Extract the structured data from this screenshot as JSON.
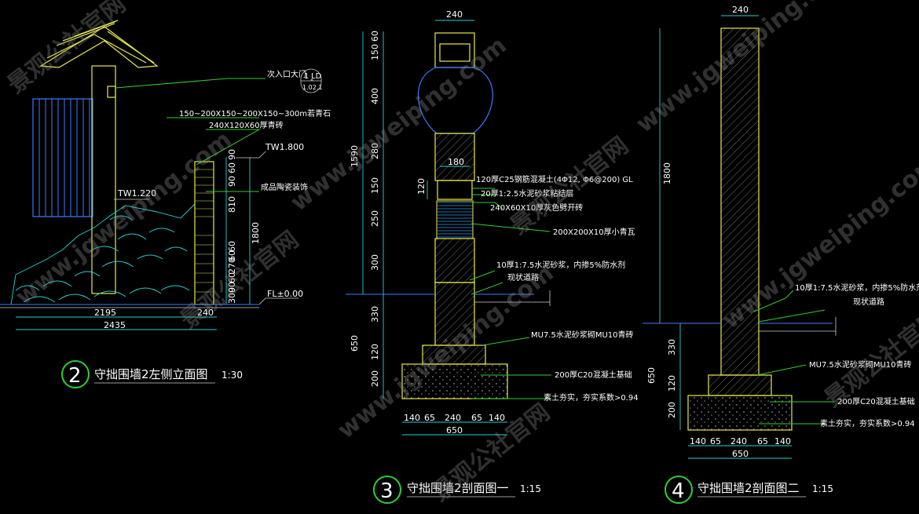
{
  "drawings": [
    {
      "number": "2",
      "title": "守拙围墙2左侧立面图",
      "scale": "1:30",
      "callouts": [
        "次入口大门",
        "150~200X150~200X150~300m若青石",
        "240X120X60厚青砖",
        "成品陶瓷装饰"
      ],
      "ref_tag": {
        "num": "1",
        "code": "LD",
        "sheet": "1.02.1"
      },
      "levels": [
        "TW1.800",
        "TW1.220",
        "FL±0.00"
      ],
      "dims_vertical": [
        "90",
        "60",
        "90",
        "810",
        "60",
        "60",
        "270",
        "60",
        "90",
        "300",
        "1800"
      ],
      "dims_horizontal": [
        "2195",
        "240",
        "2435"
      ]
    },
    {
      "number": "3",
      "title": "守拙围墙2剖面图一",
      "scale": "1:15",
      "callouts": [
        "120厚C25钢筋混凝土(4Φ12, Φ6@200) GL",
        "20厚1:2.5水泥砂浆粘结层",
        "240X60X10厚灰色劈开砖",
        "200X200X10厚小青瓦",
        "10厚1:7.5水泥砂浆，内掺5%防水剂",
        "现状道路",
        "MU7.5水泥砂浆砌MU10青砖",
        "200厚C20混凝土基础",
        "素土夯实，夯实系数>0.94"
      ],
      "dims_top": [
        "240",
        "180",
        "120"
      ],
      "dims_vertical": [
        "60",
        "150",
        "400",
        "280",
        "150",
        "250",
        "300",
        "330",
        "120",
        "200",
        "1590",
        "650"
      ],
      "dims_bottom": [
        "140",
        "65",
        "240",
        "65",
        "140",
        "650"
      ]
    },
    {
      "number": "4",
      "title": "守拙围墙2剖面图二",
      "scale": "1:15",
      "callouts": [
        "10厚1:7.5水泥砂浆，内掺5%防水剂",
        "现状道路",
        "MU7.5水泥砂浆砌MU10青砖",
        "200厚C20混凝土基础",
        "素土夯实，夯实系数>0.94"
      ],
      "dims_top": [
        "240"
      ],
      "dims_vertical": [
        "1800",
        "330",
        "120",
        "200",
        "650"
      ],
      "dims_bottom": [
        "140",
        "65",
        "240",
        "65",
        "140",
        "650"
      ]
    }
  ],
  "watermarks": [
    "景观公社官网",
    "www.jgweiping.com"
  ],
  "colors": {
    "background": "#000000",
    "wall": "#e8e84a",
    "text": "#ffffff",
    "callout_green": "#33cc33",
    "dimension_cyan": "#2ad0d0",
    "ground_blue": "#3a7bff"
  }
}
